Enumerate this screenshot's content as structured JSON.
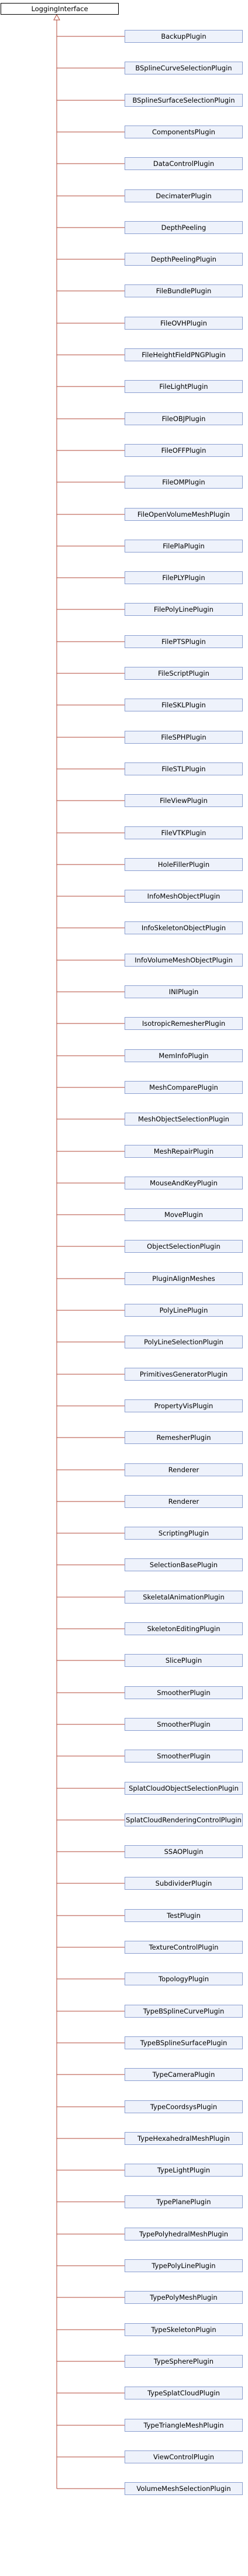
{
  "base_class": "LoggingInterface",
  "derived_classes": [
    "BackupPlugin",
    "BSplineCurveSelectionPlugin",
    "BSplineSurfaceSelectionPlugin",
    "ComponentsPlugin",
    "DataControlPlugin",
    "DecimaterPlugin",
    "DepthPeeling",
    "DepthPeelingPlugin",
    "FileBundlePlugin",
    "FileOVHPlugin",
    "FileHeightFieldPNGPlugin",
    "FileLightPlugin",
    "FileOBJPlugin",
    "FileOFFPlugin",
    "FileOMPlugin",
    "FileOpenVolumeMeshPlugin",
    "FilePlaPlugin",
    "FilePLYPlugin",
    "FilePolyLinePlugin",
    "FilePTSPlugin",
    "FileScriptPlugin",
    "FileSKLPlugin",
    "FileSPHPlugin",
    "FileSTLPlugin",
    "FileViewPlugin",
    "FileVTKPlugin",
    "HoleFillerPlugin",
    "InfoMeshObjectPlugin",
    "InfoSkeletonObjectPlugin",
    "InfoVolumeMeshObjectPlugin",
    "INIPlugin",
    "IsotropicRemesherPlugin",
    "MemInfoPlugin",
    "MeshComparePlugin",
    "MeshObjectSelectionPlugin",
    "MeshRepairPlugin",
    "MouseAndKeyPlugin",
    "MovePlugin",
    "ObjectSelectionPlugin",
    "PluginAlignMeshes",
    "PolyLinePlugin",
    "PolyLineSelectionPlugin",
    "PrimitivesGeneratorPlugin",
    "PropertyVisPlugin",
    "RemesherPlugin",
    "Renderer",
    "Renderer",
    "ScriptingPlugin",
    "SelectionBasePlugin",
    "SkeletalAnimationPlugin",
    "SkeletonEditingPlugin",
    "SlicePlugin",
    "SmootherPlugin",
    "SmootherPlugin",
    "SmootherPlugin",
    "SplatCloudObjectSelectionPlugin",
    "SplatCloudRenderingControlPlugin",
    "SSAOPlugin",
    "SubdividerPlugin",
    "TestPlugin",
    "TextureControlPlugin",
    "TopologyPlugin",
    "TypeBSplineCurvePlugin",
    "TypeBSplineSurfacePlugin",
    "TypeCameraPlugin",
    "TypeCoordsysPlugin",
    "TypeHexahedralMeshPlugin",
    "TypeLightPlugin",
    "TypePlanePlugin",
    "TypePolyhedralMeshPlugin",
    "TypePolyLinePlugin",
    "TypePolyMeshPlugin",
    "TypeSkeletonPlugin",
    "TypeSpherePlugin",
    "TypeSplatCloudPlugin",
    "TypeTriangleMeshPlugin",
    "ViewControlPlugin",
    "VolumeMeshSelectionPlugin"
  ],
  "colors": {
    "root_border": "#000000",
    "child_border": "#8a9ed0",
    "child_fill": "#eef2fb",
    "connector": "#b34a3a"
  }
}
